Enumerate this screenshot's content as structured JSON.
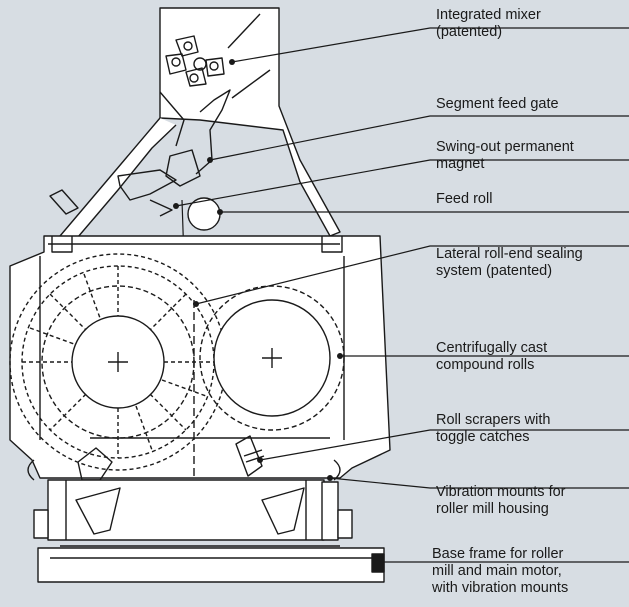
{
  "labels": {
    "integrated_mixer": "Integrated mixer\n(patented)",
    "segment_feed_gate": "Segment feed gate",
    "swing_out_magnet": "Swing-out permanent\nmagnet",
    "feed_roll": "Feed roll",
    "lateral_sealing": "Lateral roll-end sealing\nsystem (patented)",
    "compound_rolls": "Centrifugally cast\ncompound rolls",
    "roll_scrapers": "Roll scrapers with\ntoggle catches",
    "vibration_mounts": "Vibration mounts for\nroller mill housing",
    "base_frame": "Base frame for roller\nmill and main motor,\nwith vibration mounts"
  },
  "colors": {
    "background": "#d7dde3",
    "line": "#1a1a1a",
    "fill": "#ffffff"
  }
}
